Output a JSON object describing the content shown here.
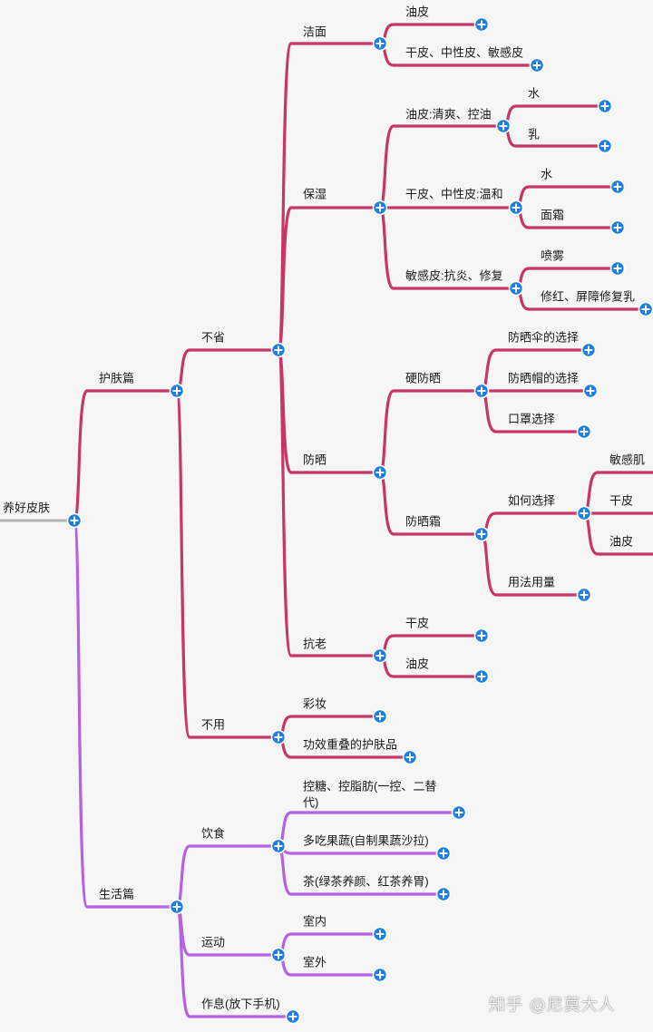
{
  "colors": {
    "skin": "#c73569",
    "life": "#b461e3",
    "root_line": "#b3b3b3",
    "button": "#1d7fe0"
  },
  "mindmap": {
    "root": "养好皮肤",
    "skincare": {
      "label": "护肤篇",
      "must": {
        "label": "不省",
        "cleanse": {
          "label": "洁面",
          "oily": "油皮",
          "dry_neutral_sensitive": "干皮、中性皮、敏感皮"
        },
        "moisturize": {
          "label": "保湿",
          "oily": {
            "label": "油皮:清爽、控油",
            "water": "水",
            "lotion": "乳"
          },
          "dry": {
            "label": "干皮、中性皮:温和",
            "water": "水",
            "cream": "面霜"
          },
          "sensitive": {
            "label": "敏感皮:抗炎、修复",
            "spray": "喷雾",
            "repair": "修红、屏障修复乳"
          }
        },
        "sunscreen": {
          "label": "防晒",
          "hard": {
            "label": "硬防晒",
            "umbrella": "防晒伞的选择",
            "hat": "防晒帽的选择",
            "mask": "口罩选择"
          },
          "cream": {
            "label": "防晒霜",
            "choose": {
              "label": "如何选择",
              "sensitive": "敏感肌",
              "dry": "干皮",
              "oily": "油皮"
            },
            "usage": "用法用量"
          }
        },
        "antiaging": {
          "label": "抗老",
          "dry": "干皮",
          "oily": "油皮"
        }
      },
      "skip": {
        "label": "不用",
        "makeup": "彩妆",
        "overlap": "功效重叠的护肤品"
      }
    },
    "lifestyle": {
      "label": "生活篇",
      "diet": {
        "label": "饮食",
        "sugar_line1": "控糖、控脂肪(一控、二替",
        "sugar_line2": "代)",
        "fruit": "多吃果蔬(自制果蔬沙拉)",
        "tea": "茶(绿茶养颜、红茶养胃)"
      },
      "exercise": {
        "label": "运动",
        "indoor": "室内",
        "outdoor": "室外"
      },
      "rest": "作息(放下手机)"
    }
  },
  "watermark": "知乎 @尼莫大人"
}
